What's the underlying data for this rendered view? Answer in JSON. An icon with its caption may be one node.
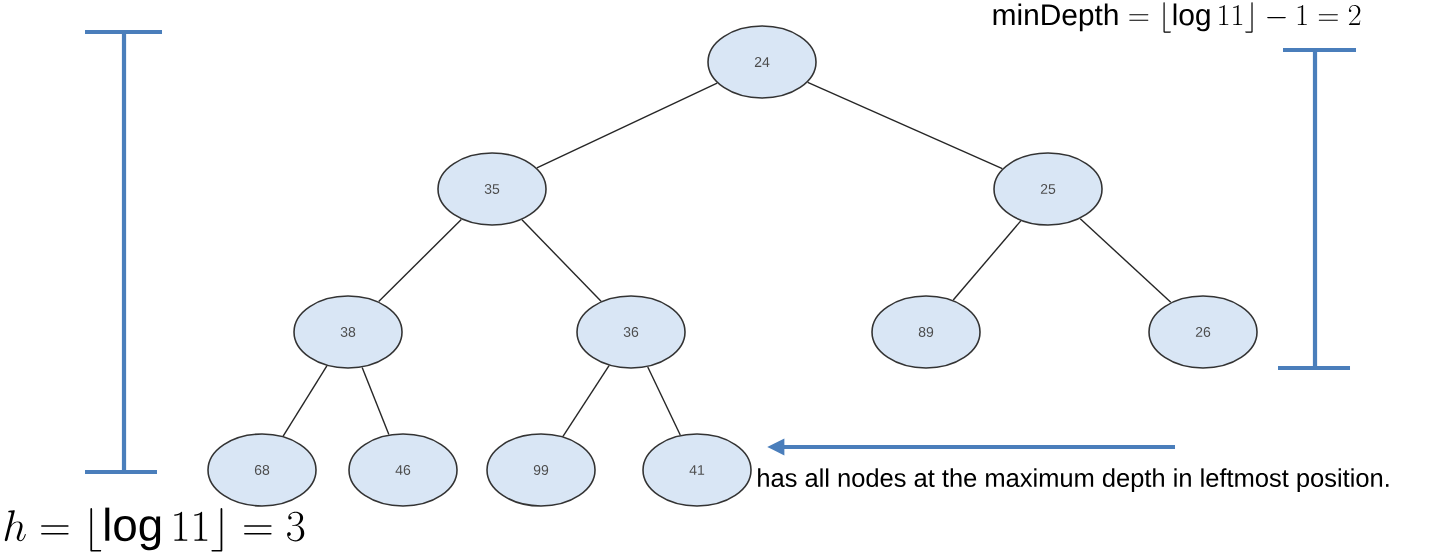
{
  "diagram": {
    "nodes": [
      {
        "text": [
          "24"
        ]
      },
      {
        "text": [
          "35"
        ]
      },
      {
        "text": [
          "25"
        ]
      },
      {
        "text": [
          "38"
        ]
      },
      {
        "text": [
          "36"
        ]
      },
      {
        "text": [
          "89"
        ]
      },
      {
        "text": [
          "26"
        ]
      },
      {
        "text": [
          "68"
        ]
      },
      {
        "text": [
          "46"
        ]
      },
      {
        "text": [
          "99"
        ]
      },
      {
        "text": [
          "41"
        ]
      }
    ],
    "edges": [
      {
        "from": 0,
        "to": 1,
        "arrow": "none"
      },
      {
        "from": 0,
        "to": 2,
        "arrow": "none"
      },
      {
        "from": 1,
        "to": 3,
        "arrow": "none"
      },
      {
        "from": 1,
        "to": 4,
        "arrow": "none"
      },
      {
        "from": 2,
        "to": 5,
        "arrow": "none"
      },
      {
        "from": 2,
        "to": 6,
        "arrow": "none"
      },
      {
        "from": 3,
        "to": 7,
        "arrow": "none"
      },
      {
        "from": 3,
        "to": 8,
        "arrow": "none"
      },
      {
        "from": 4,
        "to": 9,
        "arrow": "none"
      },
      {
        "from": 4,
        "to": 10,
        "arrow": "none"
      },
      {
        "from": null,
        "to": 10,
        "arrow": "to",
        "style": "thick",
        "color": "#4a7ebb"
      }
    ],
    "labels": [
      "\\text{minDepth} = \\lfloor \\log 11 \\rfloor - 1 = 2",
      "has all nodes at the maximum depth in leftmost position.",
      "h = \\lfloor \\log 11 \\rfloor = 3"
    ]
  }
}
